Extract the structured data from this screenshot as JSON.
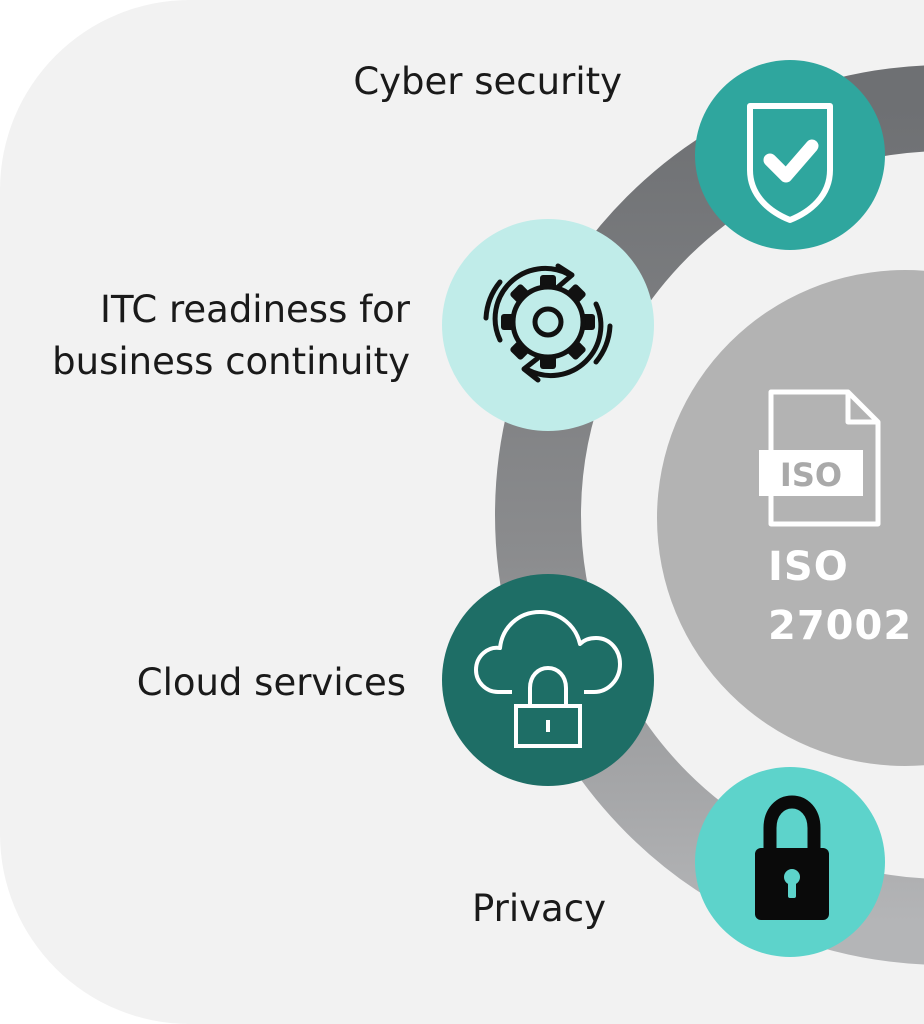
{
  "diagram": {
    "center": {
      "file_badge": "ISO",
      "title_line1": "ISO",
      "title_line2": "27002"
    },
    "nodes": [
      {
        "label": "Cyber security",
        "icon": "shield-check-icon",
        "color": "#2fa69e"
      },
      {
        "label_line1": "ITC readiness for",
        "label_line2": "business continuity",
        "icon": "gear-refresh-icon",
        "color": "#c0ece9"
      },
      {
        "label": "Cloud services",
        "icon": "cloud-lock-icon",
        "color": "#1e6e66"
      },
      {
        "label": "Privacy",
        "icon": "padlock-icon",
        "color": "#5dd3cb"
      }
    ],
    "colors": {
      "background": "#f2f2f2",
      "ring": "#8a8a8a",
      "center": "#b3b3b3"
    }
  }
}
